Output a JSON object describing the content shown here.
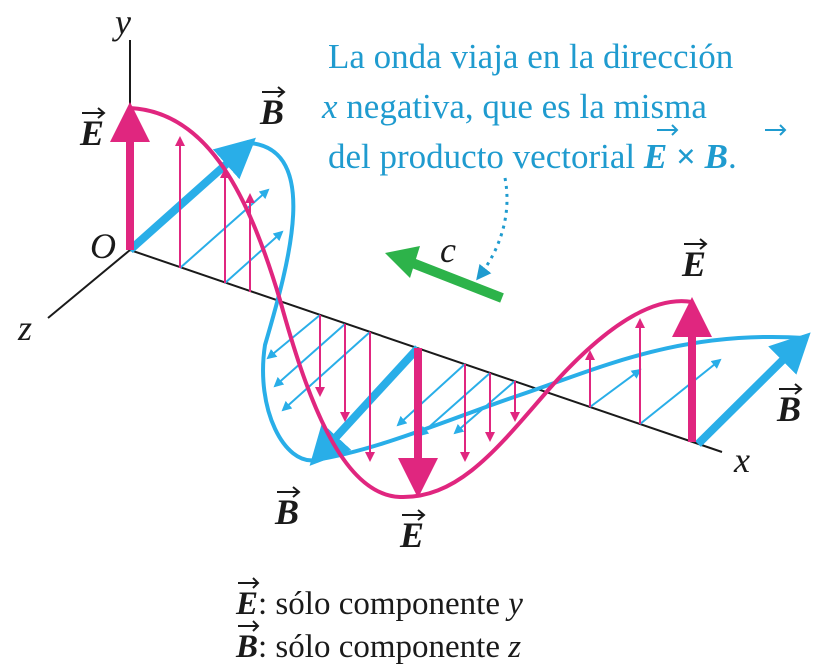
{
  "axes": {
    "x": "x",
    "y": "y",
    "z": "z",
    "origin": "O"
  },
  "vectors": {
    "E": "E",
    "B": "B",
    "c": "c"
  },
  "annotation": {
    "line1": "La onda viaja en la dirección",
    "line2_italic": "x",
    "line2_rest": " negativa, que es la misma",
    "line3_pre": "del producto vectorial ",
    "line3_E": "E",
    "line3_times": " × ",
    "line3_B": "B",
    "line3_end": "."
  },
  "caption": {
    "line1_vec": "E",
    "line1_text": ": sólo componente ",
    "line1_axis": "y",
    "line2_vec": "B",
    "line2_text": ": sólo componente ",
    "line2_axis": "z"
  },
  "colors": {
    "E_field": "#e0267f",
    "B_field": "#29aee8",
    "velocity": "#2db34a",
    "annotation": "#1f9bcf",
    "axes": "#1a1a1a"
  }
}
